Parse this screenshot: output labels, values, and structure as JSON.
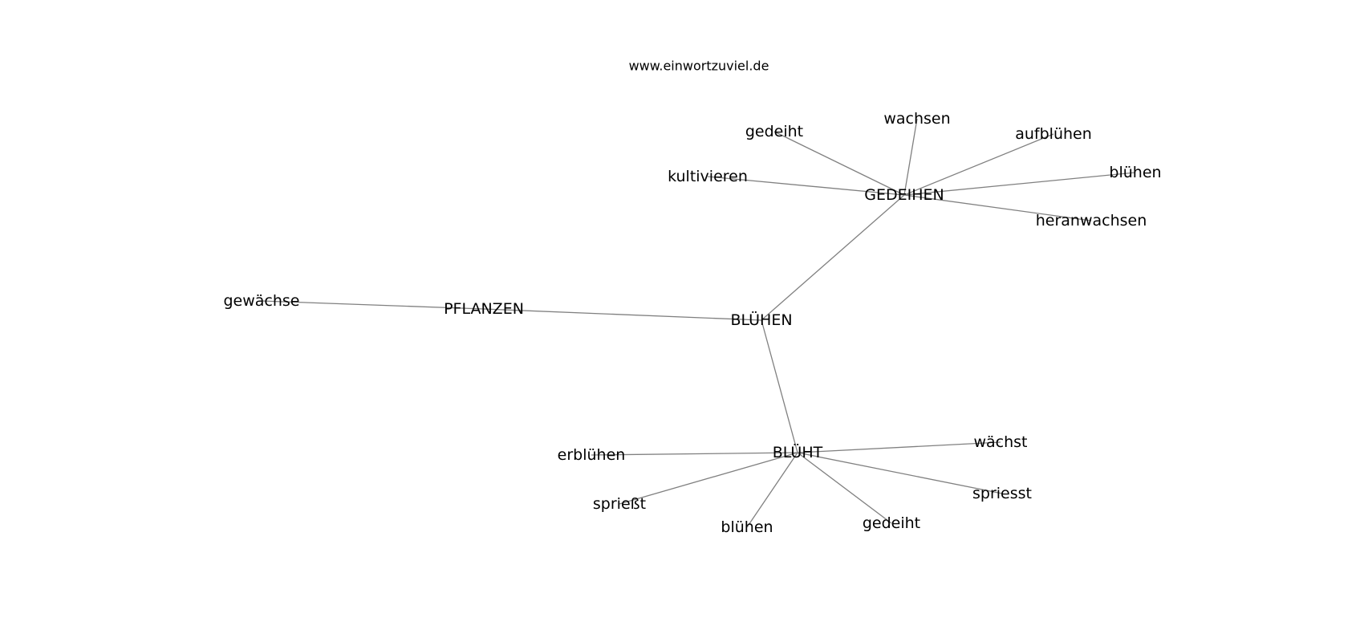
{
  "header": {
    "site": "www.einwortzuviel.de"
  },
  "graph": {
    "nodes": [
      {
        "id": "bluehen",
        "label": "BLÜHEN"
      },
      {
        "id": "pflanzen",
        "label": "PFLANZEN"
      },
      {
        "id": "gewaechse",
        "label": "gewächse"
      },
      {
        "id": "gedeihen",
        "label": "GEDEIHEN"
      },
      {
        "id": "gedeiht1",
        "label": "gedeiht"
      },
      {
        "id": "wachsen",
        "label": "wachsen"
      },
      {
        "id": "aufbluehen",
        "label": "aufblühen"
      },
      {
        "id": "kultivieren",
        "label": "kultivieren"
      },
      {
        "id": "bluehen1",
        "label": "blühen"
      },
      {
        "id": "heranwachsen",
        "label": "heranwachsen"
      },
      {
        "id": "blueht",
        "label": "BLÜHT"
      },
      {
        "id": "erbluehen",
        "label": "erblühen"
      },
      {
        "id": "waechst",
        "label": "wächst"
      },
      {
        "id": "spriesst1",
        "label": "sprießt"
      },
      {
        "id": "spriesst2",
        "label": "spriesst"
      },
      {
        "id": "bluehen2",
        "label": "blühen"
      },
      {
        "id": "gedeiht2",
        "label": "gedeiht"
      }
    ],
    "edges": [
      [
        "bluehen",
        "pflanzen"
      ],
      [
        "pflanzen",
        "gewaechse"
      ],
      [
        "bluehen",
        "gedeihen"
      ],
      [
        "gedeihen",
        "gedeiht1"
      ],
      [
        "gedeihen",
        "wachsen"
      ],
      [
        "gedeihen",
        "aufbluehen"
      ],
      [
        "gedeihen",
        "kultivieren"
      ],
      [
        "gedeihen",
        "bluehen1"
      ],
      [
        "gedeihen",
        "heranwachsen"
      ],
      [
        "bluehen",
        "blueht"
      ],
      [
        "blueht",
        "erbluehen"
      ],
      [
        "blueht",
        "waechst"
      ],
      [
        "blueht",
        "spriesst1"
      ],
      [
        "blueht",
        "spriesst2"
      ],
      [
        "blueht",
        "bluehen2"
      ],
      [
        "blueht",
        "gedeiht2"
      ]
    ]
  }
}
